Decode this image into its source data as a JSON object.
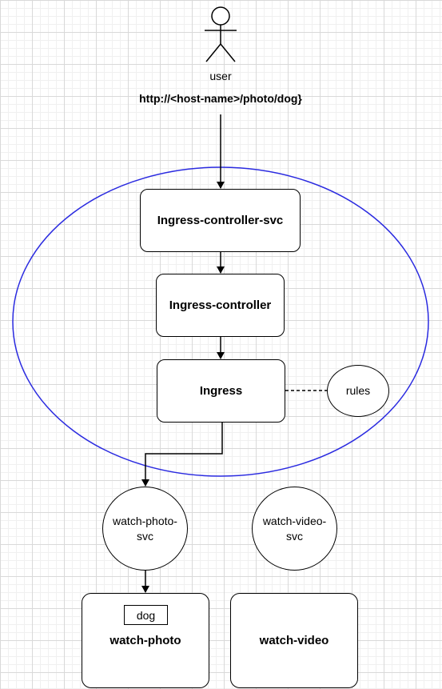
{
  "user": {
    "label": "user",
    "url": "http://<host-name>/photo/dog}"
  },
  "cluster": {
    "border_color": "#2a2ae0",
    "controller_svc": "Ingress-controller-svc",
    "controller": "Ingress-controller",
    "ingress": "Ingress",
    "rules": "rules"
  },
  "services": {
    "photo": {
      "line1": "watch-photo-",
      "line2": "svc"
    },
    "video": {
      "line1": "watch-video-",
      "line2": "svc"
    }
  },
  "pods": {
    "photo": {
      "title": "watch-photo",
      "tag": "dog"
    },
    "video": {
      "title": "watch-video"
    }
  }
}
